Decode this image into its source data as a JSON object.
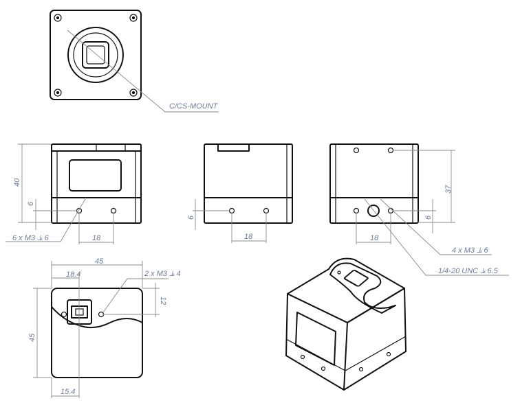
{
  "labels": {
    "mount": "C/CS-MOUNT",
    "front_height": "40",
    "front_hole_offset": "6",
    "front_holes": "6 x M3 ⫡ 6",
    "front_spacing": "18",
    "side_hole_offset": "6",
    "side_spacing": "18",
    "rear_height": "37",
    "rear_hole_offset": "6",
    "rear_spacing": "18",
    "rear_holes": "4 x M3 ⫡ 6",
    "tripod": "1/4-20 UNC  ⫡ 6.5",
    "bottom_width": "45",
    "bottom_usb_offset": "18.4",
    "bottom_holes": "2 x M3 ⫡ 4",
    "bottom_hole_offset": "12",
    "bottom_depth": "45",
    "bottom_usb_offset_low": "15.4"
  },
  "colors": {
    "line": "#111111",
    "dimension": "#8a8a8a",
    "text": "#6b7a9a"
  }
}
